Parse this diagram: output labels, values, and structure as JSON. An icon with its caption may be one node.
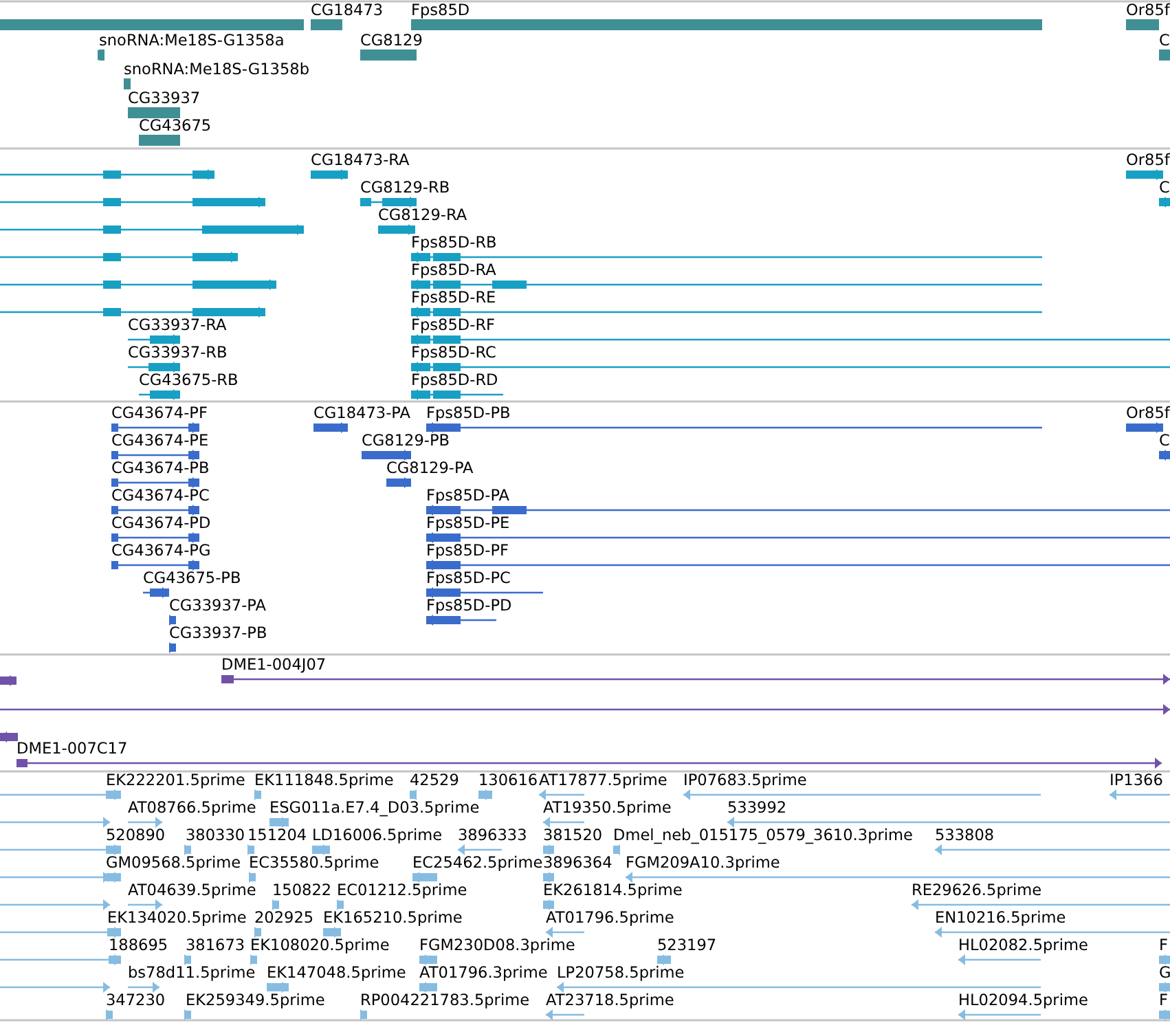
{
  "diagram": {
    "labels": [
      "CG18473",
      "Fps85D",
      "Or85f",
      "snoRNA:Me18S-G1358a",
      "CG8129",
      "C",
      "snoRNA:Me18S-G1358b",
      "CG33937",
      "CG43675",
      "CG18473-RA",
      "Or85f",
      "CG8129-RB",
      "C",
      "CG8129-RA",
      "Fps85D-RB",
      "Fps85D-RA",
      "Fps85D-RE",
      "CG33937-RA",
      "Fps85D-RF",
      "CG33937-RB",
      "Fps85D-RC",
      "CG43675-RB",
      "Fps85D-RD",
      "CG43674-PF",
      "CG18473-PA",
      "Fps85D-PB",
      "Or85f",
      "CG43674-PE",
      "CG8129-PB",
      "C",
      "CG43674-PB",
      "CG8129-PA",
      "CG43674-PC",
      "Fps85D-PA",
      "CG43674-PD",
      "Fps85D-PE",
      "CG43674-PG",
      "Fps85D-PF",
      "CG43675-PB",
      "Fps85D-PC",
      "CG33937-PA",
      "Fps85D-PD",
      "CG33937-PB",
      "DME1-004J07",
      "DME1-007C17",
      "EK222201.5prime",
      "EK111848.5prime",
      "42529",
      "130616",
      "AT17877.5prime",
      "IP07683.5prime",
      "IP1366",
      "AT08766.5prime",
      "ESG011a.E7.4_D03.5prime",
      "AT19350.5prime",
      "533992",
      "520890",
      "380330",
      "151204",
      "LD16006.5prime",
      "3896333",
      "381520",
      "Dmel_neb_015175_0579_3610.3prime",
      "533808",
      "GM09568.5prime",
      "EC35580.5prime",
      "EC25462.5prime",
      "3896364",
      "FGM209A10.3prime",
      "AT04639.5prime",
      "150822",
      "EC01212.5prime",
      "EK261814.5prime",
      "RE29626.5prime",
      "EK134020.5prime",
      "202925",
      "EK165210.5prime",
      "AT01796.5prime",
      "EN10216.5prime",
      "188695",
      "381673",
      "EK108020.5prime",
      "FGM230D08.3prime",
      "523197",
      "HL02082.5prime",
      "F",
      "bs78d11.5prime",
      "EK147048.5prime",
      "AT01796.3prime",
      "LP20758.5prime",
      "G",
      "347230",
      "EK259349.5prime",
      "RP004221783.5prime",
      "AT23718.5prime",
      "HL02094.5prime",
      "F"
    ]
  }
}
